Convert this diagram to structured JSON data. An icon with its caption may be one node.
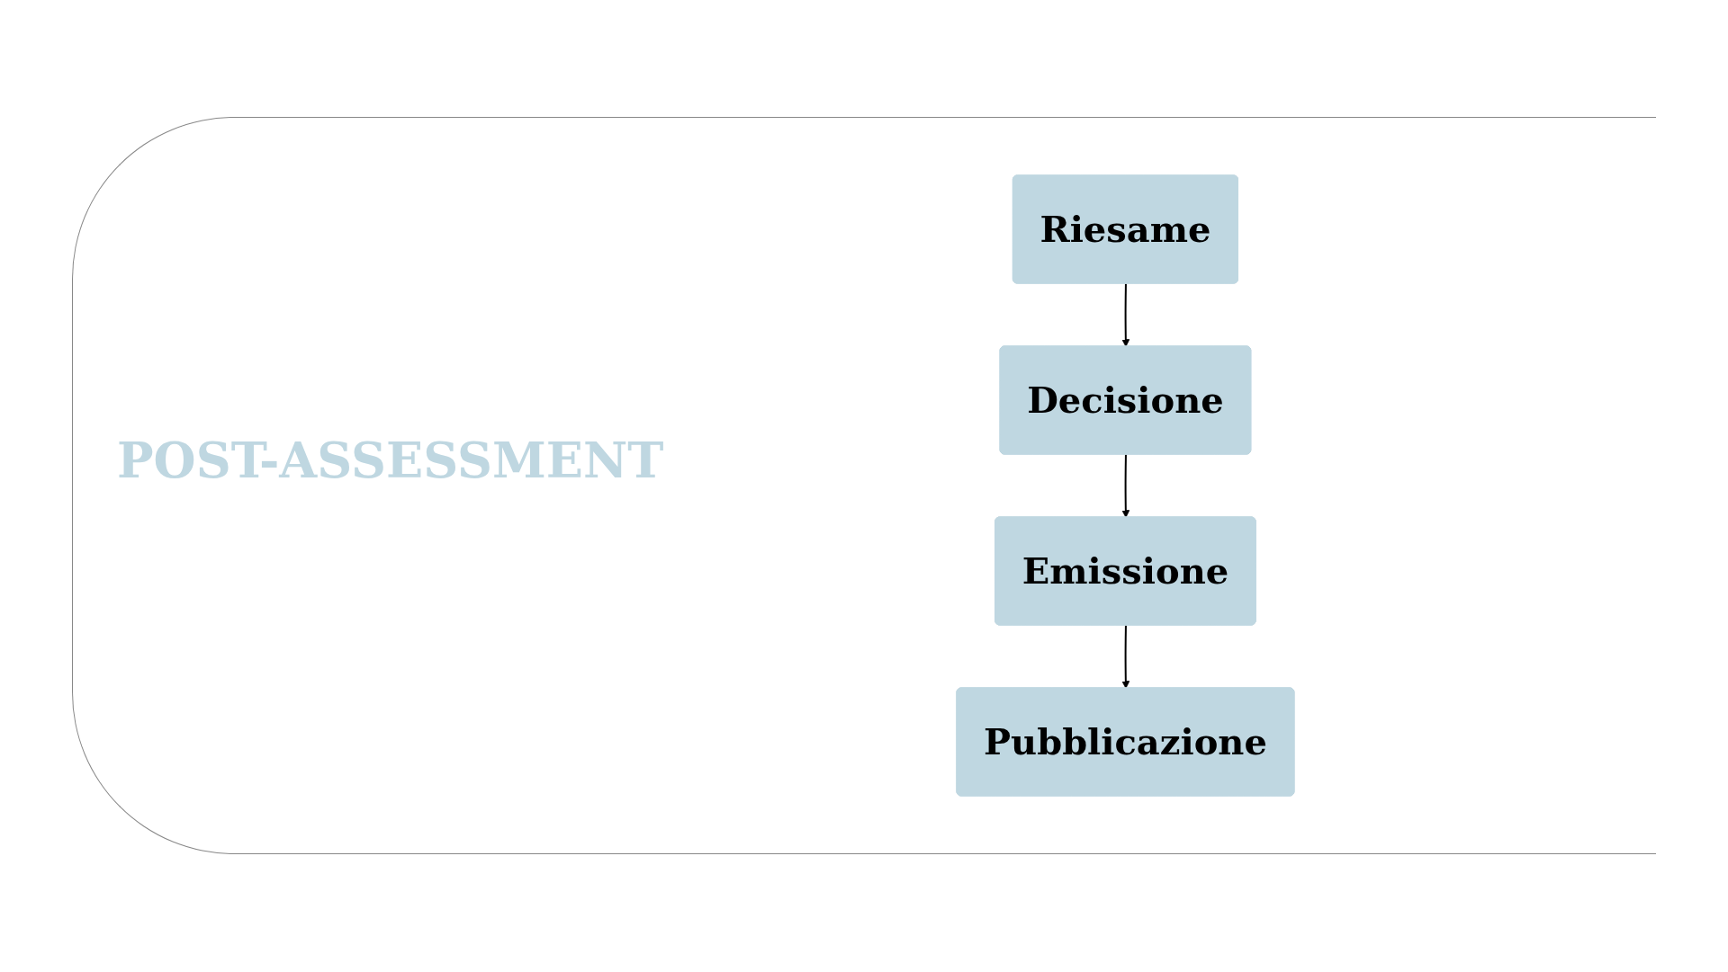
{
  "diagram": {
    "nodes": [
      {
        "text": [
          "Riesame"
        ]
      },
      {
        "text": [
          "Decisione"
        ]
      },
      {
        "text": [
          "Emissione"
        ]
      },
      {
        "text": [
          "Pubblicazione"
        ]
      }
    ],
    "edges": [
      {
        "from": 0,
        "to": 1,
        "arrow": "to"
      },
      {
        "from": 1,
        "to": 2,
        "arrow": "to"
      },
      {
        "from": 2,
        "to": 3,
        "arrow": "to"
      }
    ],
    "labels": [
      "POST-ASSESSMENT"
    ]
  }
}
